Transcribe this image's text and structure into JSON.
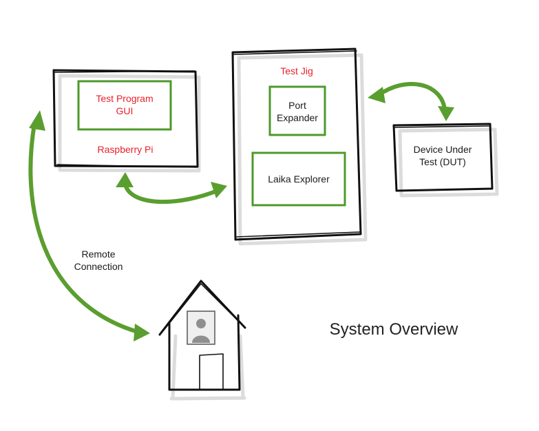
{
  "nodes": {
    "raspberry_pi": {
      "label": "Raspberry Pi"
    },
    "test_program_gui": {
      "line1": "Test Program",
      "line2": "GUI"
    },
    "test_jig": {
      "label": "Test Jig"
    },
    "port_expander": {
      "line1": "Port",
      "line2": "Expander"
    },
    "laika_explorer": {
      "label": "Laika Explorer"
    },
    "dut": {
      "line1": "Device Under",
      "line2": "Test (DUT)"
    }
  },
  "connections": {
    "remote": {
      "line1": "Remote",
      "line2": "Connection"
    }
  },
  "caption": "System Overview",
  "colors": {
    "arrow": "#5a9e2f",
    "inner_box_border": "#4c9a2a",
    "red_label": "#e8202a",
    "outline": "#111111"
  },
  "icons": [
    "house-icon",
    "person-icon"
  ]
}
